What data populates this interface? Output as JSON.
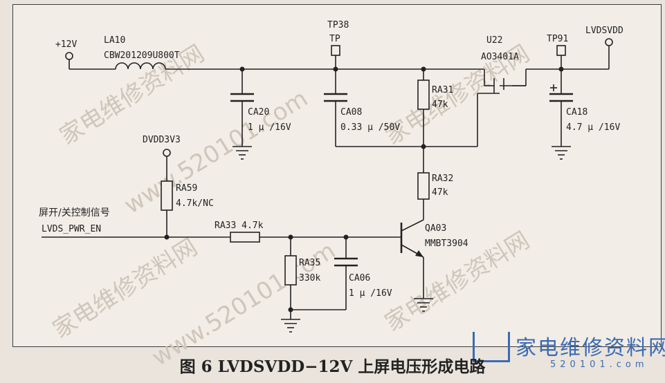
{
  "caption": "图 6 LVDSVDD−12V 上屏电压形成电路",
  "watermark": "家电维修资料网",
  "watermark_url": "www.520101.com",
  "logo": {
    "text": "家电维修资料网",
    "url": "520101.com"
  },
  "labels": {
    "plus12v": "+12V",
    "la10": "LA10",
    "la10_part": "CBW201209U800T",
    "tp38": "TP38",
    "tp": "TP",
    "u22": "U22",
    "u22_part": "AO3401A",
    "tp91": "TP91",
    "lvdsvdd": "LVDSVDD",
    "ca20": "CA20",
    "ca20_val": "1 μ /16V",
    "ca08": "CA08",
    "ca08_val": "0.33 μ /50V",
    "ra31": "RA31",
    "ra31_val": "47k",
    "ca18": "CA18",
    "ca18_val": "4.7 μ /16V",
    "dvdd3v3": "DVDD3V3",
    "ra59": "RA59",
    "ra59_val": "4.7k/NC",
    "ra32": "RA32",
    "ra32_val": "47k",
    "signal_cn": "屏开/关控制信号",
    "signal_name": "LVDS_PWR_EN",
    "ra33": "RA33  4.7k",
    "qa03": "QA03",
    "qa03_part": "MMBT3904",
    "ra35": "RA35",
    "ra35_val": "330k",
    "ca06": "CA06",
    "ca06_val": "1 μ /16V"
  }
}
